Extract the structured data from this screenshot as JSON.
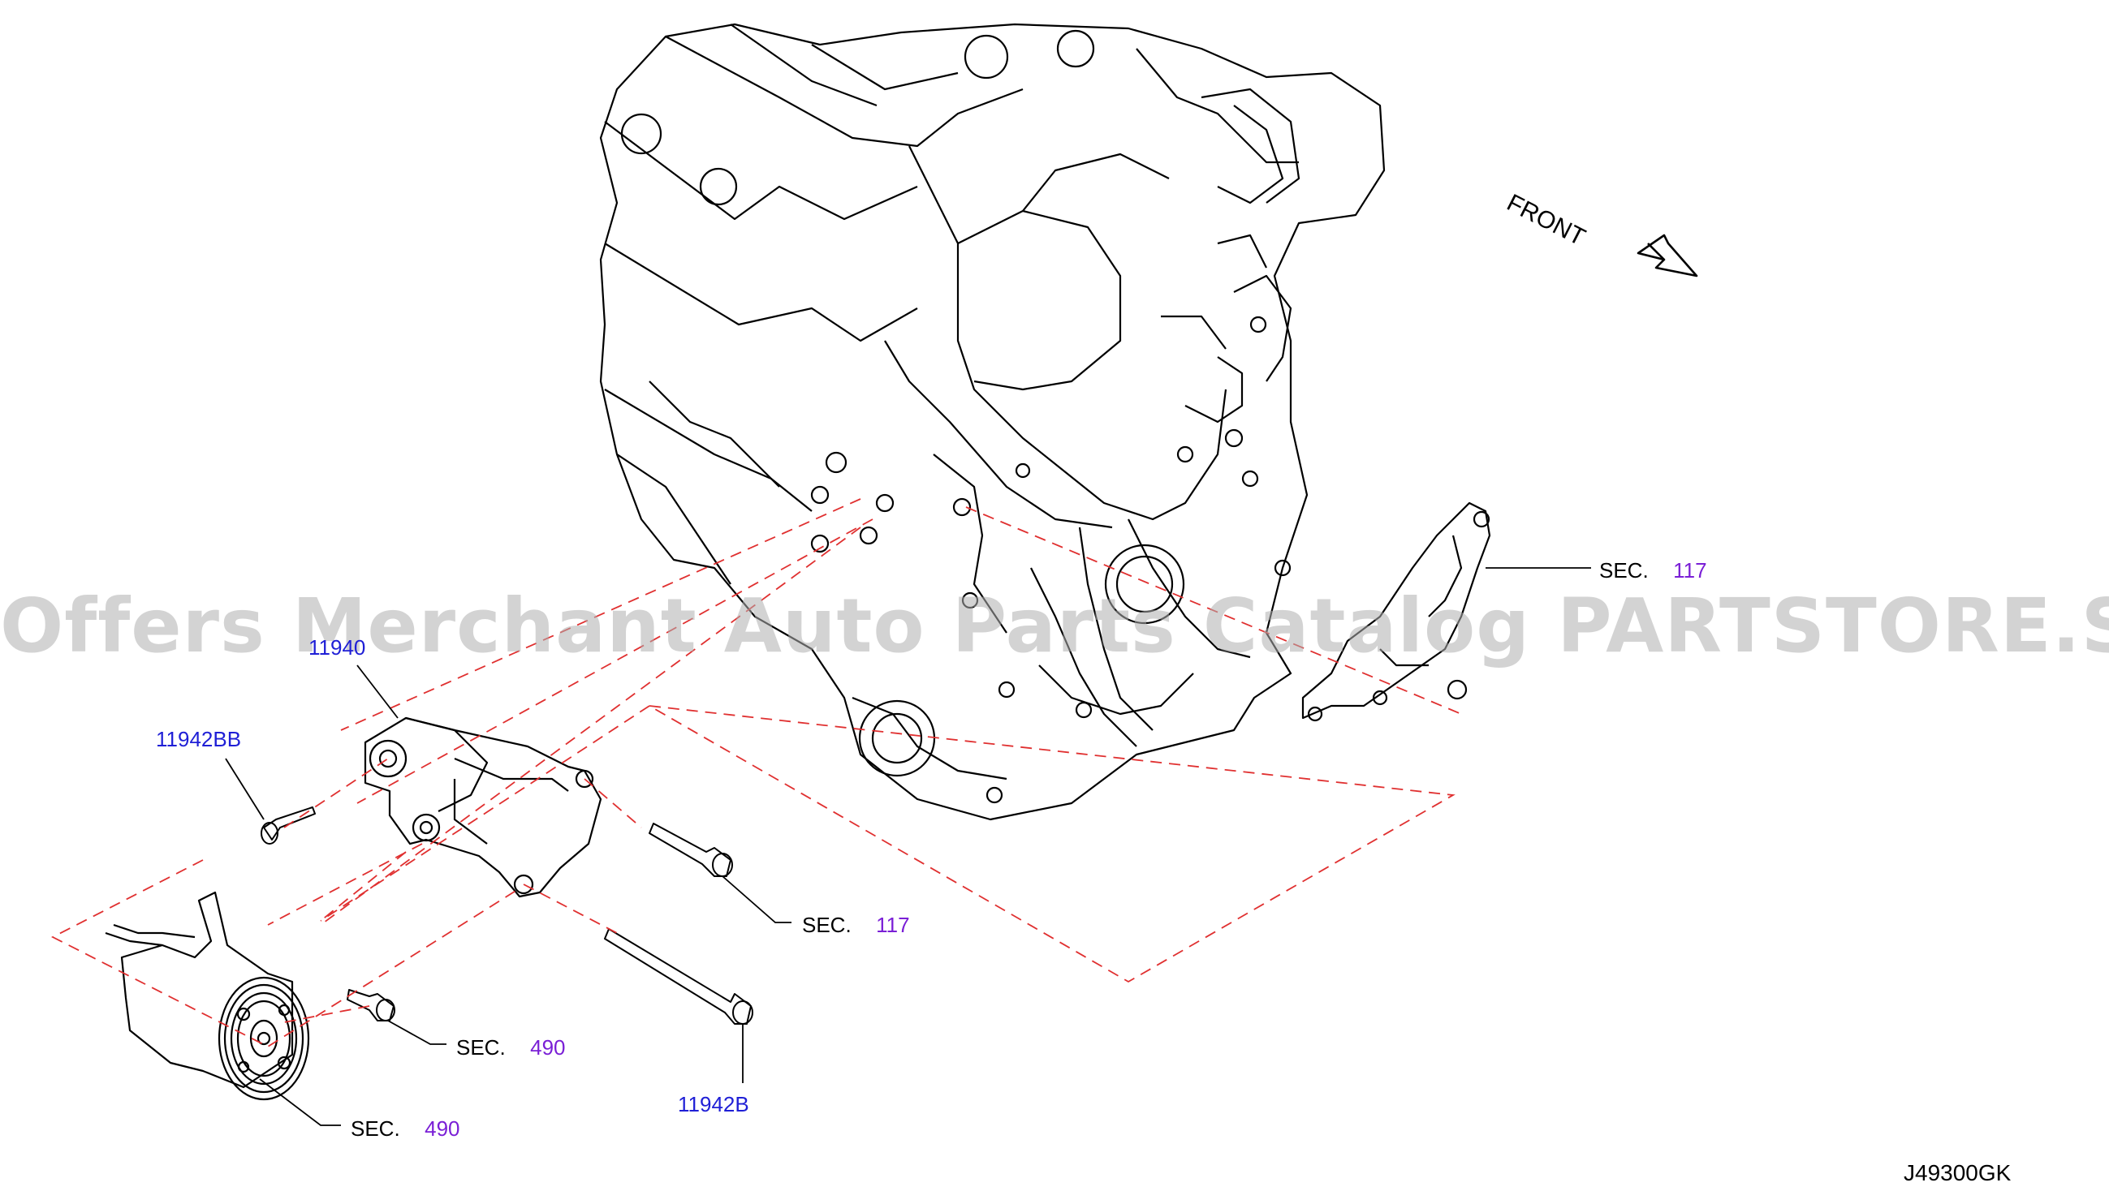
{
  "diagram": {
    "orientation_label": "FRONT",
    "watermark": "Offers Merchant Auto Parts Catalog PARTSTORE.SA",
    "drawing_code": "J49300GK",
    "part_numbers": {
      "bracket": "11940",
      "bolt_upper": "11942BB",
      "bolt_lower": "11942B"
    },
    "section_refs": [
      {
        "prefix": "SEC.",
        "number": "117"
      },
      {
        "prefix": "SEC.",
        "number": "117"
      },
      {
        "prefix": "SEC.",
        "number": "490"
      },
      {
        "prefix": "SEC.",
        "number": "490"
      }
    ],
    "colors": {
      "line": "#000000",
      "dashed": "#e03030",
      "part_number": "#1f1fd6",
      "section_number": "#7a1fd6"
    }
  }
}
